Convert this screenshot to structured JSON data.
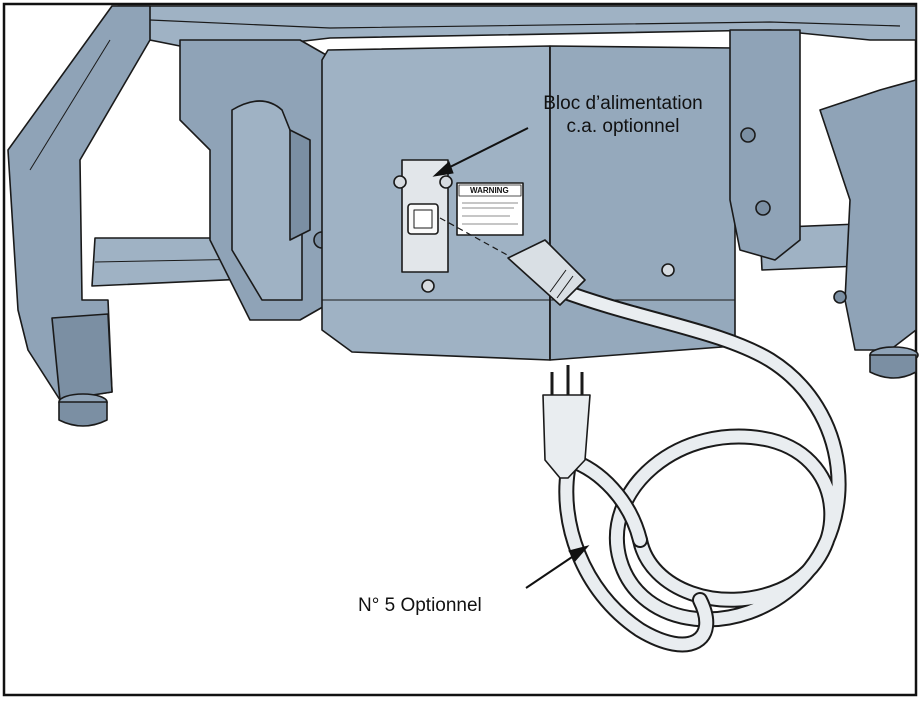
{
  "callouts": {
    "ac_power_block_line1": "Bloc d’alimentation",
    "ac_power_block_line2": "c.a. optionnel",
    "power_cord": "N° 5 Optionnel"
  },
  "labels": {
    "warning_decal": "WARNING"
  },
  "colors": {
    "frame_blue": "#8fa3b7",
    "frame_dark": "#6b7f93",
    "frame_light": "#b4c3d2",
    "cord_fill": "#e9edf0",
    "outline": "#1a1a1a"
  }
}
